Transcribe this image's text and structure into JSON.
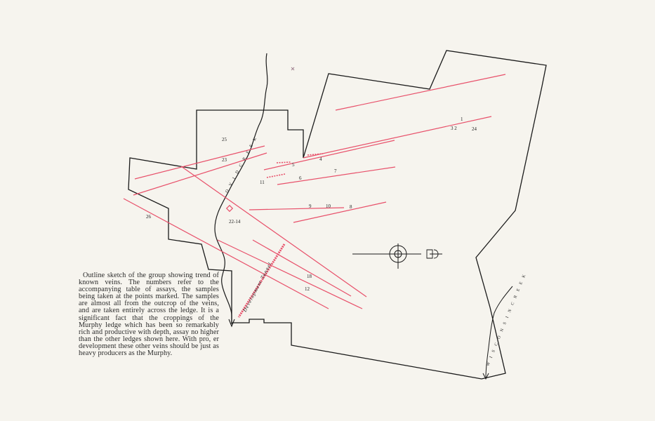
{
  "caption": "Outline sketch of the group showing trend of known veins. The numbers refer to the accompanying table of assays, the samples being taken at the points marked. The samples are almost all from the outcrop of the veins, and are taken entirely across the ledge. It is a significant fact that the croppings of the Murphy ledge which has been so remarkably rich and productive with depth, assay no higher than the other ledges shown here. With pro, er development these other veins should be just as heavy producers as the Murphy.",
  "labels": {
    "n25": "25",
    "n23": "23",
    "n26": "26",
    "n22_14": "22-14",
    "n5": "5",
    "n4": "4",
    "n6": "6",
    "n7": "7",
    "n11": "11",
    "n9": "9",
    "n10": "10",
    "n8": "8",
    "n1": "1",
    "n3_2": "3 2",
    "n24": "24",
    "n18": "18",
    "n12": "12"
  },
  "creek_left": "O V I D   C R E E K",
  "creek_right": "W I S C O N S I N   C R E E K",
  "tunnel": "Development Tunnel",
  "colors": {
    "boundary": "#1a1a1a",
    "vein": "#e8506a",
    "paper": "#f6f4ee",
    "text": "#2a2a2a"
  }
}
